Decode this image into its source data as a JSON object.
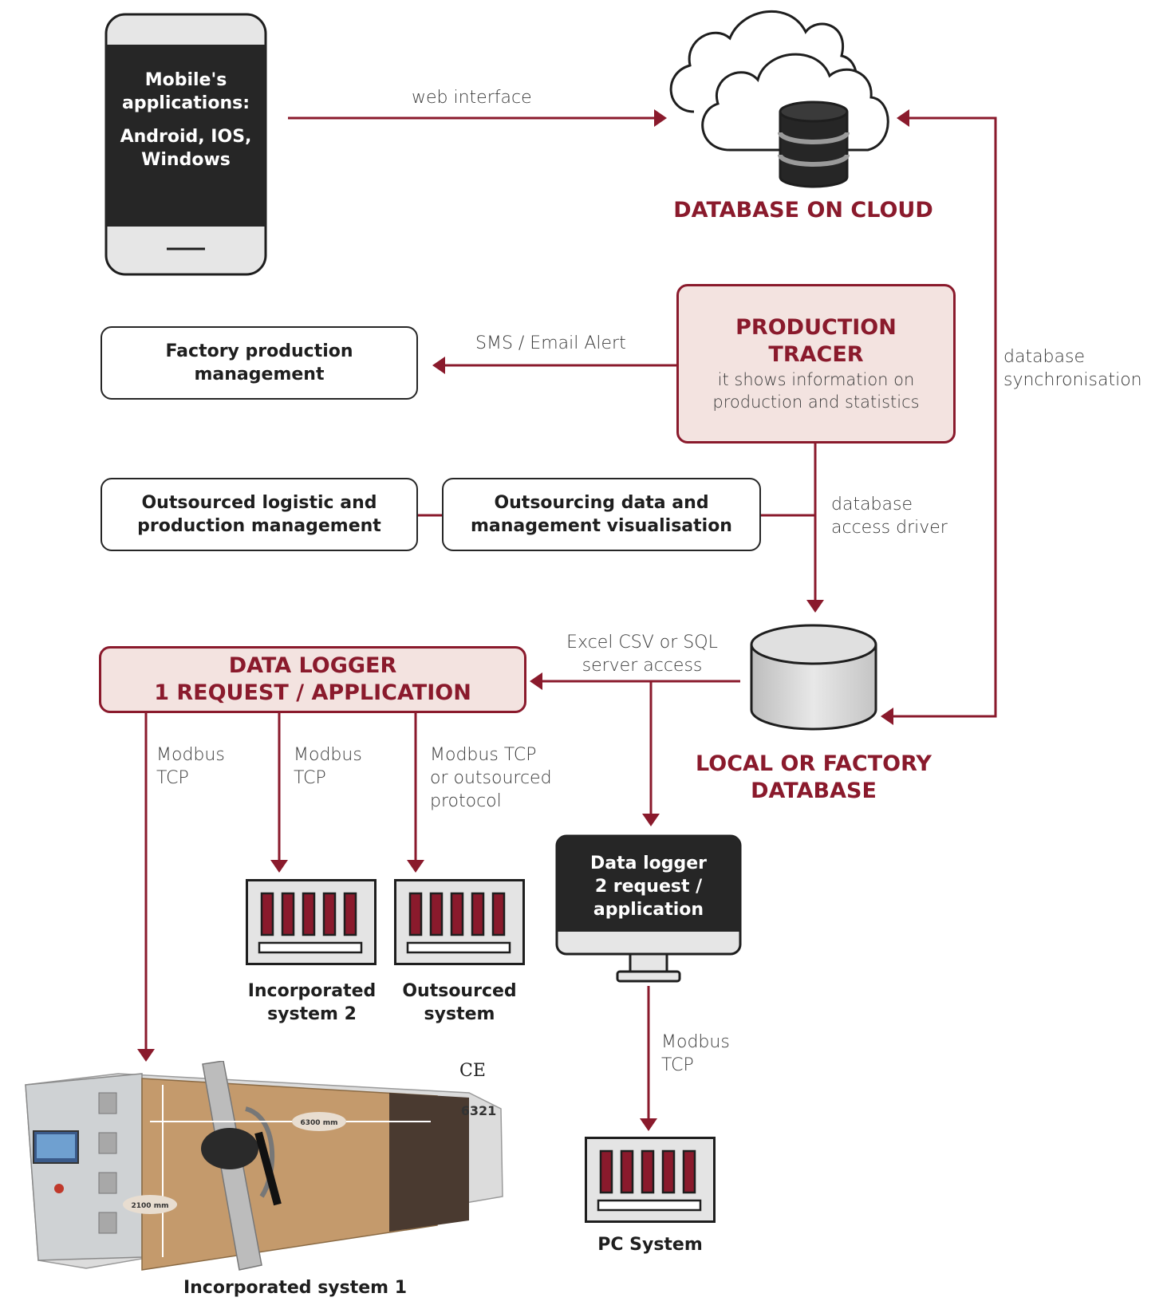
{
  "colors": {
    "accent": "#8a1a2c",
    "box_fill": "#f3e3e0",
    "dark": "#262626"
  },
  "mobile": {
    "title_line1": "Mobile's",
    "title_line2": "applications:",
    "os_line1": "Android, IOS,",
    "os_line2": "Windows"
  },
  "cloud": {
    "caption": "DATABASE ON CLOUD"
  },
  "links": {
    "web_interface": "web interface",
    "sms_alert": "SMS / Email Alert",
    "db_sync_line1": "database",
    "db_sync_line2": "synchronisation",
    "db_access_line1": "database",
    "db_access_line2": "access driver",
    "excel_line1": "Excel CSV or SQL",
    "excel_line2": "server access",
    "modbus_1_line1": "Modbus",
    "modbus_1_line2": "TCP",
    "modbus_2_line1": "Modbus",
    "modbus_2_line2": "TCP",
    "modbus_3_line1": "Modbus TCP",
    "modbus_3_line2": "or outsourced",
    "modbus_3_line3": "protocol",
    "modbus_4_line1": "Modbus",
    "modbus_4_line2": "TCP"
  },
  "production_tracer": {
    "title_line1": "PRODUCTION",
    "title_line2": "TRACER",
    "sub_line1": "it shows information on",
    "sub_line2": "production and statistics"
  },
  "factory_mgmt": {
    "line1": "Factory production",
    "line2": "management"
  },
  "outsourced_logistic": {
    "line1": "Outsourced logistic and",
    "line2": "production management"
  },
  "outsourcing_data": {
    "line1": "Outsourcing data and",
    "line2": "management visualisation"
  },
  "local_db": {
    "caption_line1": "LOCAL OR FACTORY",
    "caption_line2": "DATABASE"
  },
  "data_logger_1": {
    "line1": "DATA LOGGER",
    "line2": "1 REQUEST / APPLICATION"
  },
  "data_logger_2": {
    "line1": "Data logger",
    "line2": "2 request /",
    "line3": "application"
  },
  "systems": {
    "incorporated_2_line1": "Incorporated",
    "incorporated_2_line2": "system 2",
    "outsourced_line1": "Outsourced",
    "outsourced_line2": "system",
    "pc": "PC  System",
    "incorporated_1": "Incorporated system 1"
  },
  "machine": {
    "dim_width": "6300 mm",
    "dim_height": "2100 mm",
    "model": "6321",
    "ce_mark": "CE"
  }
}
